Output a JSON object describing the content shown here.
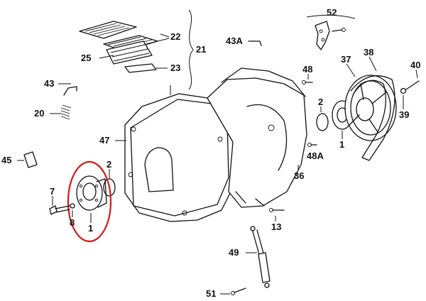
{
  "highlight_color": "#d11a1a",
  "line_color": "#111111",
  "labels": {
    "p52": "52",
    "p22": "22",
    "p21": "21",
    "p43a": "43A",
    "p25": "25",
    "p23": "23",
    "p37": "37",
    "p38": "38",
    "p40": "40",
    "p48": "48",
    "p43": "43",
    "p2r": "2",
    "p39": "39",
    "p20": "20",
    "p47": "47",
    "p1r": "1",
    "p48a": "48A",
    "p45": "45",
    "p2l": "2",
    "p36": "36",
    "p7": "7",
    "p8": "8",
    "p1l": "1",
    "p13": "13",
    "p49": "49",
    "p51": "51"
  }
}
